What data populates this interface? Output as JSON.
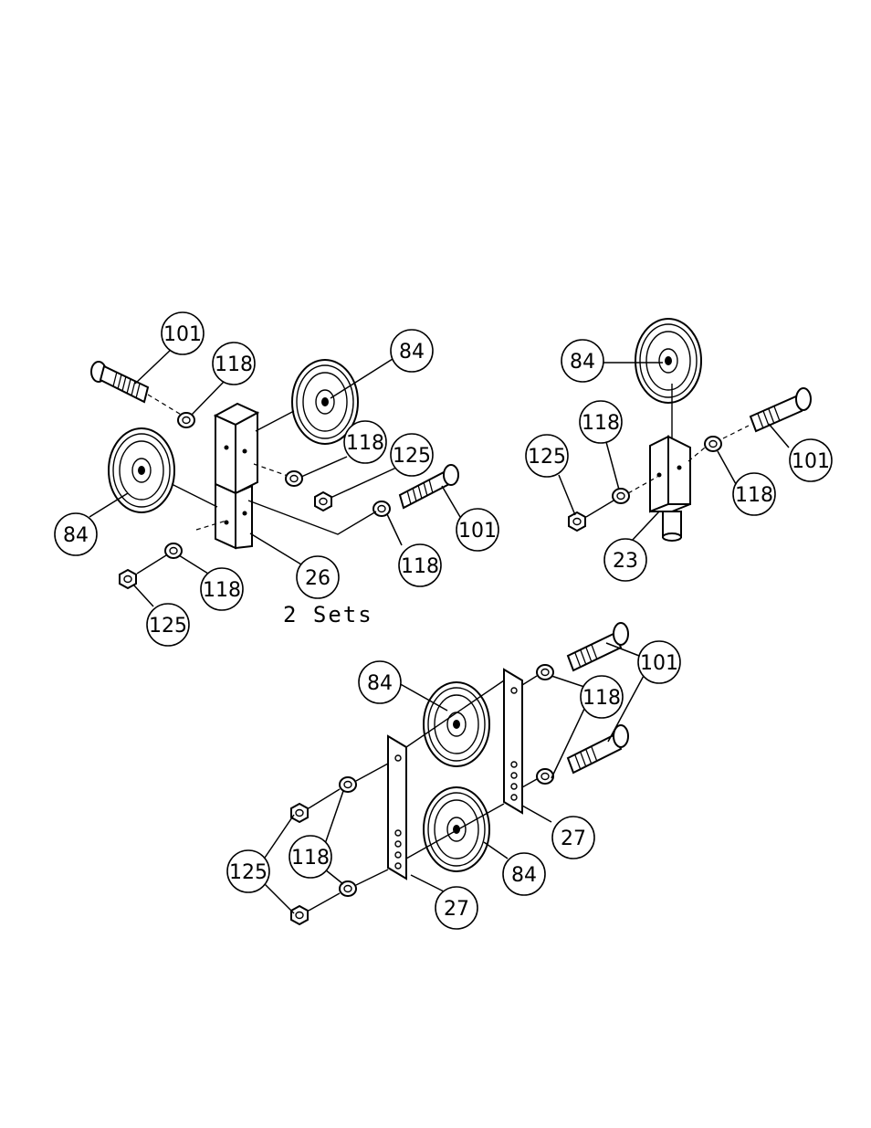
{
  "callouts": {
    "g1_101_top": "101",
    "g1_118_top": "118",
    "g1_84_right": "84",
    "g1_118_mid": "118",
    "g1_125_mid": "125",
    "g1_101_right": "101",
    "g1_84_left": "84",
    "g1_118_right": "118",
    "g1_26": "26",
    "g1_118_low": "118",
    "g1_125_low": "125",
    "g2_84": "84",
    "g2_118_a": "118",
    "g2_125": "125",
    "g2_101": "101",
    "g2_118_b": "118",
    "g2_23": "23",
    "g3_84_top": "84",
    "g3_101": "101",
    "g3_118_right": "118",
    "g3_125": "125",
    "g3_118_left": "118",
    "g3_27_left": "27",
    "g3_27_right": "27",
    "g3_84_low": "84"
  },
  "caption": "2 Sets"
}
